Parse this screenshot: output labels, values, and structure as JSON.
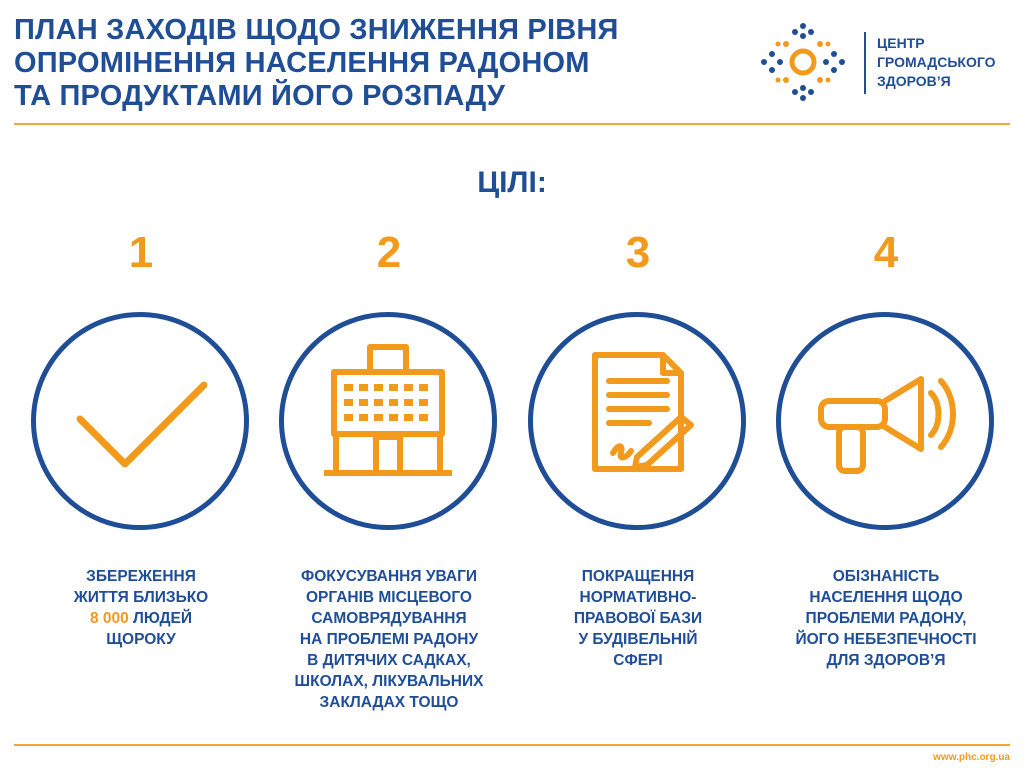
{
  "header": {
    "title_lines": [
      "ПЛАН ЗАХОДІВ ЩОДО ЗНИЖЕННЯ РІВНЯ",
      "ОПРОМІНЕННЯ НАСЕЛЕННЯ РАДОНОМ",
      "ТА ПРОДУКТАМИ ЙОГО РОЗПАДУ"
    ],
    "logo_lines": [
      "ЦЕНТР",
      "ГРОМАДСЬКОГО",
      "ЗДОРОВ’Я"
    ]
  },
  "goals_heading": "ЦІЛІ:",
  "goals": [
    {
      "number": "1",
      "icon": "checkmark-icon",
      "lines": [
        "ЗБЕРЕЖЕННЯ",
        "ЖИТТЯ БЛИЗЬКО"
      ],
      "highlight": "8 000",
      "highlight_suffix": " ЛЮДЕЙ",
      "tail_lines": [
        "ЩОРОКУ"
      ]
    },
    {
      "number": "2",
      "icon": "building-icon",
      "lines": [
        "ФОКУСУВАННЯ УВАГИ",
        "ОРГАНІВ МІСЦЕВОГО",
        "САМОВРЯДУВАННЯ",
        "НА ПРОБЛЕМІ РАДОНУ",
        "В ДИТЯЧИХ САДКАХ,",
        "ШКОЛАХ, ЛІКУВАЛЬНИХ",
        "ЗАКЛАДАХ ТОЩО"
      ]
    },
    {
      "number": "3",
      "icon": "document-signing-icon",
      "lines": [
        "ПОКРАЩЕННЯ",
        "НОРМАТИВНО-",
        "ПРАВОВОЇ БАЗИ",
        "У БУДІВЕЛЬНІЙ",
        "СФЕРІ"
      ]
    },
    {
      "number": "4",
      "icon": "megaphone-icon",
      "lines": [
        "ОБІЗНАНІСТЬ",
        "НАСЕЛЕННЯ ЩОДО",
        "ПРОБЛЕМИ РАДОНУ,",
        "ЙОГО НЕБЕЗПЕЧНОСТІ",
        "ДЛЯ ЗДОРОВ’Я"
      ]
    }
  ],
  "footer": {
    "url": "www.phc.org.ua"
  },
  "colors": {
    "primary": "#1f4e96",
    "accent": "#f29a1c",
    "rule": "#f0a63b"
  }
}
